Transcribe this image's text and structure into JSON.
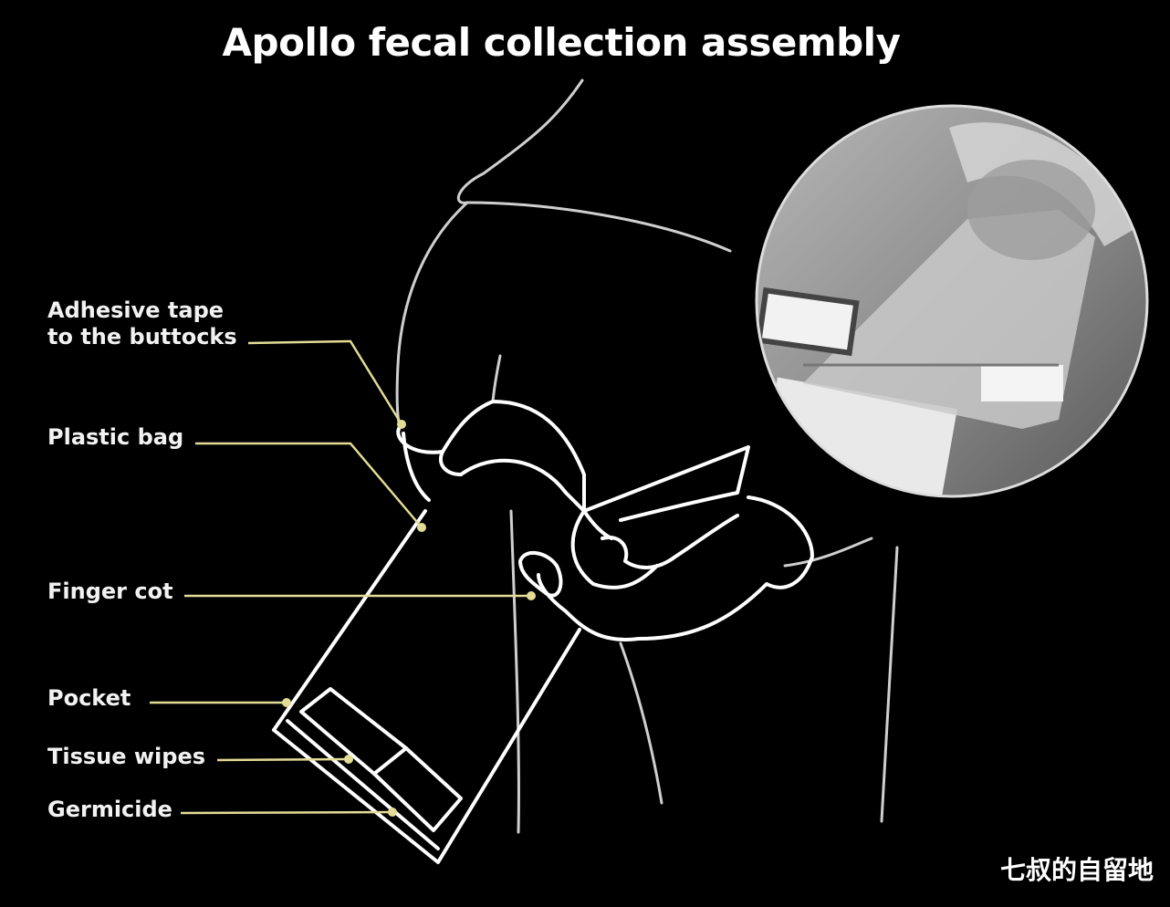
{
  "title": "Apollo fecal collection assembly",
  "labels": {
    "adhesive_line1": "Adhesive tape",
    "adhesive_line2": "to the buttocks",
    "plastic_bag": "Plastic bag",
    "finger_cot": "Finger cot",
    "pocket": "Pocket",
    "tissue_wipes": "Tissue wipes",
    "germicide": "Germicide"
  },
  "watermark": "七叔的自留地",
  "colors": {
    "background": "#000000",
    "outline": "#ffffff",
    "leader": "#e3dc96",
    "photo_bg": "#8a8a8a"
  }
}
